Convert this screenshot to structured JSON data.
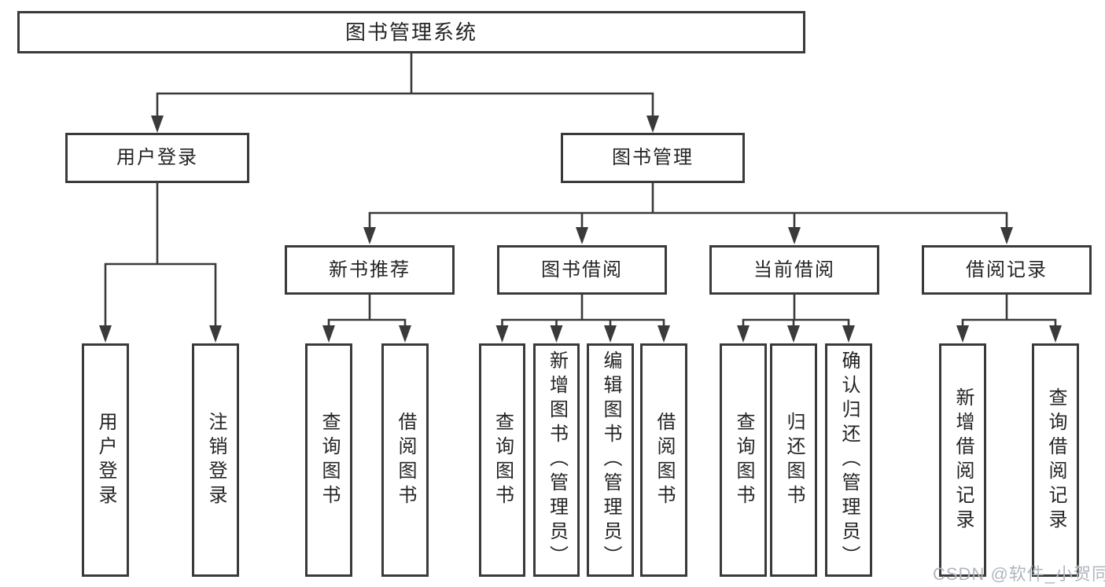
{
  "colors": {
    "line": "#3a3a3a",
    "text": "#242424",
    "watermark": "#b1b6bf",
    "background": "#ffffff"
  },
  "watermark": "CSDN @软件_小贺同学",
  "nodes": {
    "root": "图书管理系统",
    "user_login": "用户登录",
    "book_management": "图书管理",
    "new_book_recommend": "新书推荐",
    "book_borrow": "图书借阅",
    "current_borrow": "当前借阅",
    "borrow_records": "借阅记录",
    "leaf_user_login": "用户登录",
    "leaf_logout": "注销登录",
    "rec_query_books": "查询图书",
    "rec_borrow_books": "借阅图书",
    "bb_query_books": "查询图书",
    "bb_add_books_admin": "新增图书（管理员）",
    "bb_edit_books_admin": "编辑图书（管理员）",
    "bb_borrow_books": "借阅图书",
    "cb_query_books": "查询图书",
    "cb_return_books": "归还图书",
    "cb_confirm_return_admin": "确认归还（管理员）",
    "br_add_record": "新增借阅记录",
    "br_query_record": "查询借阅记录"
  }
}
